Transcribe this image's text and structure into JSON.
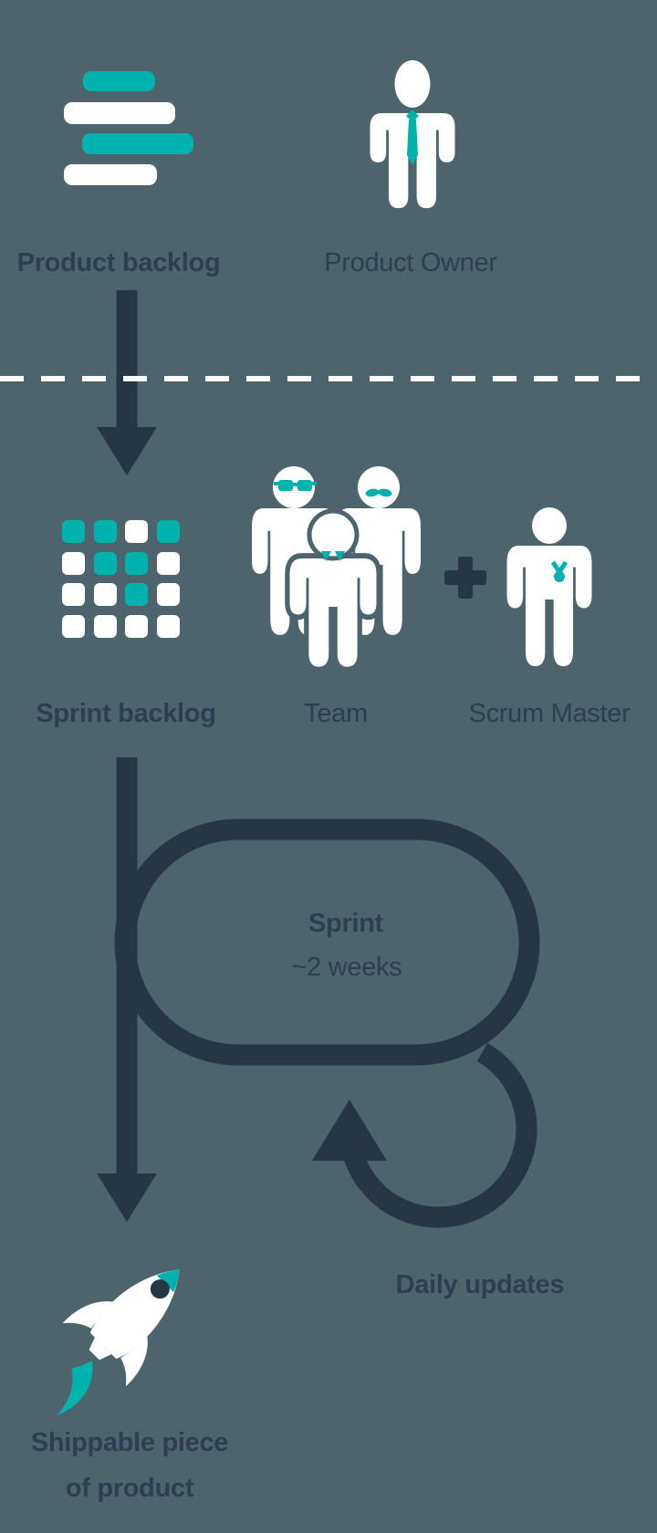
{
  "colors": {
    "bg": "#4e646c",
    "navy": "#273645",
    "teal": "#00b2ad",
    "text": "#2e3d4f",
    "white": "#ffffff"
  },
  "diagram": {
    "stage1": {
      "backlog_label": "Product backlog",
      "owner_label": "Product Owner"
    },
    "stage2": {
      "sprint_backlog_label": "Sprint backlog",
      "team_label": "Team",
      "scrum_master_label": "Scrum Master",
      "plus_sign": "+"
    },
    "loop": {
      "line1": "Sprint",
      "line2": "~2 weeks"
    },
    "daily_updates_label": "Daily updates",
    "output": {
      "line1": "Shippable piece",
      "line2": "of product"
    },
    "sprint_grid": {
      "pattern": [
        [
          "teal",
          "teal",
          "white",
          "teal"
        ],
        [
          "white",
          "teal",
          "teal",
          "white"
        ],
        [
          "white",
          "white",
          "teal",
          "white"
        ],
        [
          "white",
          "white",
          "white",
          "white"
        ]
      ]
    },
    "backlog_bars": [
      "teal",
      "white",
      "teal",
      "white"
    ],
    "icons": {
      "product_backlog": "stacked-bars-icon",
      "product_owner": "person-tie-icon",
      "sprint_backlog": "grid-squares-icon",
      "team": "team-people-icon",
      "plus": "plus-icon",
      "scrum_master": "person-medal-icon",
      "sprint_cycle": "loop-icon",
      "daily_updates": "circular-arrow-icon",
      "shippable_piece": "rocket-icon"
    }
  }
}
